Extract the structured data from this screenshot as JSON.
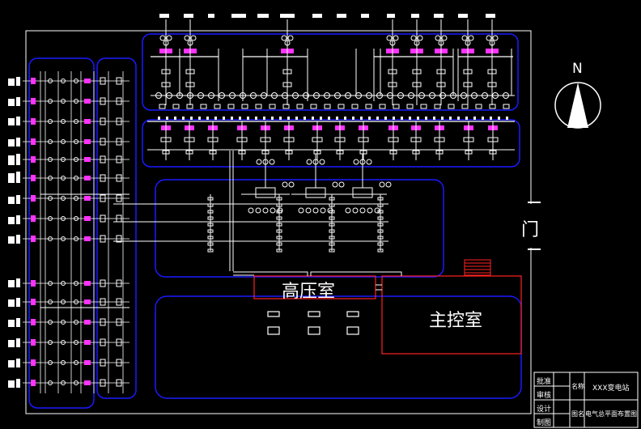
{
  "rooms": {
    "high_voltage": "高压室",
    "main_control": "主控室"
  },
  "door": "门",
  "compass": {
    "north": "N"
  },
  "title_block": {
    "rows": [
      "批准",
      "审核",
      "设计",
      "制图"
    ],
    "name_label": "名称",
    "project_label": "图名",
    "station_name": "XXX变电站",
    "drawing_title": "电气总平面布置图"
  },
  "colors": {
    "background": "#000000",
    "line": "#ffffff",
    "wall": "#1a1aff",
    "equipment": "#ff33ff",
    "room_outline": "#ff2222"
  }
}
